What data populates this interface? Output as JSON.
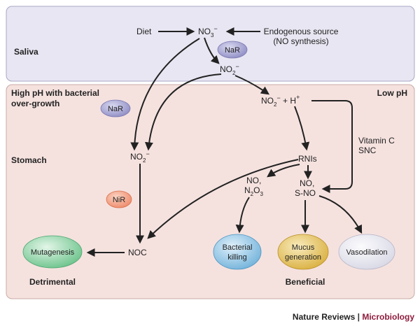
{
  "regions": {
    "saliva": "Saliva",
    "high_ph_line1": "High pH with bacterial",
    "high_ph_line2": "over-growth",
    "low_ph": "Low pH",
    "stomach": "Stomach"
  },
  "nodes": {
    "diet": "Diet",
    "no3_base": "NO",
    "no3_sub": "3",
    "no3_sup": "−",
    "endogenous_line1": "Endogenous source",
    "endogenous_line2": "(NO synthesis)",
    "no2_base": "NO",
    "no2_sub": "2",
    "no2_sup": "−",
    "no2h_no": "NO",
    "no2h_sub": "2",
    "no2h_sup": "−",
    "no2h_plus": " + H",
    "no2h_hplus": "+",
    "rnis": "RNIs",
    "vitc_line1": "Vitamin C",
    "vitc_line2": "SNC",
    "no_n2o3_line1": "NO,",
    "no_n2o3_line2a": "N",
    "no_n2o3_line2b": "2",
    "no_n2o3_line2c": "O",
    "no_n2o3_line2d": "3",
    "no_sno_line1": "NO,",
    "no_sno_line2": "S-NO",
    "noc": "NOC",
    "stomach_no2_base": "NO",
    "stomach_no2_sub": "2",
    "stomach_no2_sup": "−"
  },
  "enzymes": {
    "nar_saliva": "NaR",
    "nar_stomach": "NaR",
    "nir": "NiR"
  },
  "outcomes": {
    "mutagenesis": "Mutagenesis",
    "bacterial_line1": "Bacterial",
    "bacterial_line2": "killing",
    "mucus_line1": "Mucus",
    "mucus_line2": "generation",
    "vasodilation": "Vasodilation"
  },
  "labels": {
    "detrimental": "Detrimental",
    "beneficial": "Beneficial"
  },
  "credit": {
    "journal": "Nature Reviews",
    "separator": " | ",
    "section": "Microbiology"
  },
  "colors": {
    "saliva_bg": "#e7e6f2",
    "stomach_bg": "#f5e2df",
    "enzyme_purple": "#8f8dc4",
    "enzyme_orange": "#ee8a6a",
    "mutagenesis_green": "#7fcf9a",
    "bacterial_blue": "#7fb8dc",
    "mucus_gold": "#e2bd52",
    "vasodilation_grey": "#e4e4ee",
    "brand_magenta": "#8e1b3c"
  }
}
